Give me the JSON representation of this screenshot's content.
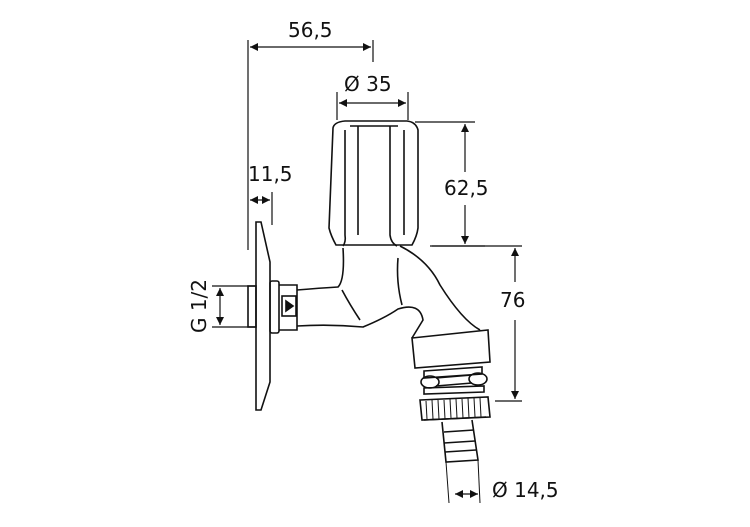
{
  "diagram": {
    "subject": "wall-mounted tap with hose connector",
    "colors": {
      "line": "#111111",
      "background": "#ffffff"
    },
    "dimensions": {
      "overall_projection": "56,5",
      "handle_diameter": "Ø 35",
      "handle_height": "62,5",
      "wall_plate_thickness": "11,5",
      "thread_size": "G 1/2",
      "outlet_height": "76",
      "hose_diameter": "Ø 14,5"
    }
  }
}
